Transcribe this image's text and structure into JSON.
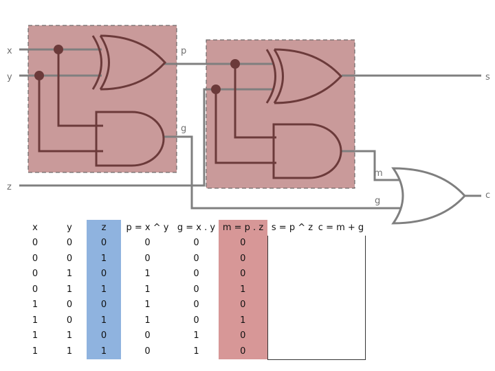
{
  "signals": {
    "x": "x",
    "y": "y",
    "z": "z",
    "p": "p",
    "g_upper": "g",
    "g_lower": "g",
    "m": "m",
    "s": "s",
    "c": "c"
  },
  "colors": {
    "half_adder_box": "#c99a9a",
    "z_column": "#8fb3df",
    "m_column": "#d79797",
    "gate_stroke": "#6b3a3a",
    "wire": "#7f7f7f"
  },
  "table": {
    "headers": [
      "x",
      "y",
      "z",
      "p = x ^ y",
      "g = x . y",
      "m = p . z",
      "s = p ^ z",
      "c = m + g"
    ],
    "rows": [
      [
        "0",
        "0",
        "0",
        "0",
        "0",
        "0",
        "",
        ""
      ],
      [
        "0",
        "0",
        "1",
        "0",
        "0",
        "0",
        "",
        ""
      ],
      [
        "0",
        "1",
        "0",
        "1",
        "0",
        "0",
        "",
        ""
      ],
      [
        "0",
        "1",
        "1",
        "1",
        "0",
        "1",
        "",
        ""
      ],
      [
        "1",
        "0",
        "0",
        "1",
        "0",
        "0",
        "",
        ""
      ],
      [
        "1",
        "0",
        "1",
        "1",
        "0",
        "1",
        "",
        ""
      ],
      [
        "1",
        "1",
        "0",
        "0",
        "1",
        "0",
        "",
        ""
      ],
      [
        "1",
        "1",
        "1",
        "0",
        "1",
        "0",
        "",
        ""
      ]
    ]
  }
}
